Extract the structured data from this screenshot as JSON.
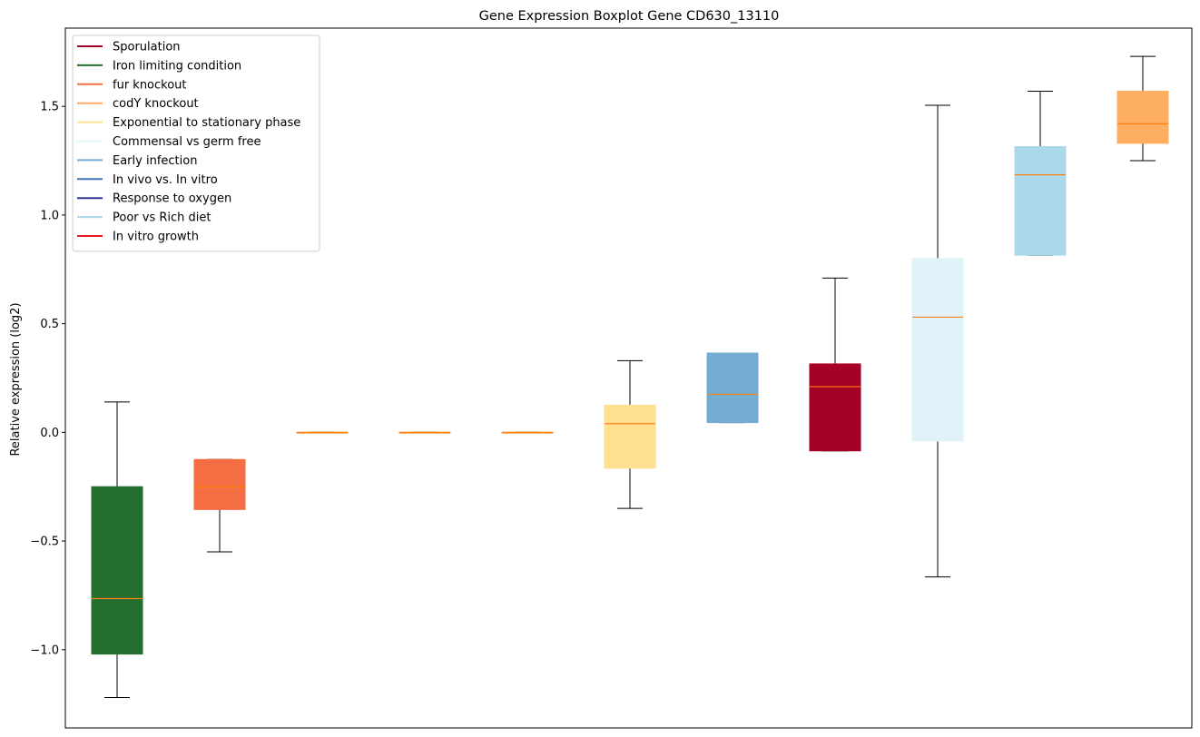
{
  "chart_data": {
    "type": "box",
    "title": "Gene Expression Boxplot Gene CD630_13110",
    "xlabel": "",
    "ylabel": "Relative expression (log2)",
    "ylim": [
      -1.36,
      1.86
    ],
    "yticks": [
      -1.0,
      -0.5,
      0.0,
      0.5,
      1.0,
      1.5
    ],
    "ytick_labels": [
      "−1.0",
      "−0.5",
      "0.0",
      "0.5",
      "1.0",
      "1.5"
    ],
    "grid": false,
    "legend_position": "top-left",
    "median_color": "#ff7f0e",
    "legend": [
      {
        "label": "Sporulation",
        "color": "#a50026"
      },
      {
        "label": "Iron limiting condition",
        "color": "#246e2e"
      },
      {
        "label": "fur knockout",
        "color": "#f46d43"
      },
      {
        "label": "codY knockout",
        "color": "#fdae61"
      },
      {
        "label": "Exponential to stationary phase",
        "color": "#fee090"
      },
      {
        "label": "Commensal vs germ free",
        "color": "#e0f3f8"
      },
      {
        "label": "Early infection",
        "color": "#74add1"
      },
      {
        "label": "In vivo vs. In vitro",
        "color": "#4575b4"
      },
      {
        "label": "Response to oxygen",
        "color": "#313695"
      },
      {
        "label": "Poor vs Rich diet",
        "color": "#abd9e9"
      },
      {
        "label": "In vitro growth",
        "color": "#e31a1c"
      }
    ],
    "boxes": [
      {
        "color": "#246e2e",
        "whislo": -1.22,
        "q1": -1.02,
        "med": -0.765,
        "q3": -0.25,
        "whishi": 0.14
      },
      {
        "color": "#f46d43",
        "whislo": -0.55,
        "q1": -0.355,
        "med": -0.25,
        "q3": -0.125,
        "whishi": -0.125
      },
      {
        "color": "#fdae61",
        "whislo": 0.0,
        "q1": 0.0,
        "med": 0.0,
        "q3": 0.0,
        "whishi": 0.0
      },
      {
        "color": "#fdae61",
        "whislo": 0.0,
        "q1": 0.0,
        "med": 0.0,
        "q3": 0.0,
        "whishi": 0.0
      },
      {
        "color": "#fdae61",
        "whislo": 0.0,
        "q1": 0.0,
        "med": 0.0,
        "q3": 0.0,
        "whishi": 0.0
      },
      {
        "color": "#fee090",
        "whislo": -0.35,
        "q1": -0.165,
        "med": 0.04,
        "q3": 0.125,
        "whishi": 0.33
      },
      {
        "color": "#74add1",
        "whislo": 0.045,
        "q1": 0.045,
        "med": 0.175,
        "q3": 0.365,
        "whishi": 0.365
      },
      {
        "color": "#a50026",
        "whislo": -0.085,
        "q1": -0.085,
        "med": 0.21,
        "q3": 0.315,
        "whishi": 0.71
      },
      {
        "color": "#e0f3f8",
        "whislo": -0.665,
        "q1": -0.04,
        "med": 0.53,
        "q3": 0.8,
        "whishi": 1.505
      },
      {
        "color": "#abd9e9",
        "whislo": 0.815,
        "q1": 0.815,
        "med": 1.185,
        "q3": 1.315,
        "whishi": 1.57
      },
      {
        "color": "#fdae61",
        "whislo": 1.25,
        "q1": 1.33,
        "med": 1.42,
        "q3": 1.57,
        "whishi": 1.73
      }
    ]
  }
}
